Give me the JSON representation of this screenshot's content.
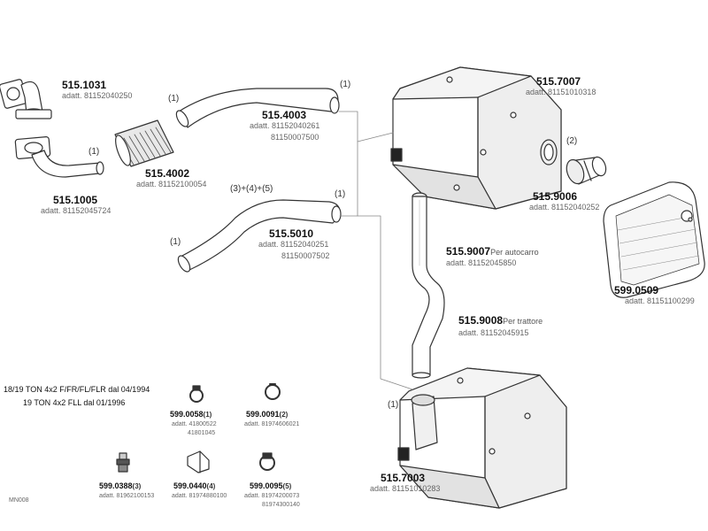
{
  "vehicle": {
    "line1": "18/19 TON 4x2 F/FR/FL/FLR dal 04/1994",
    "line2": "19 TON 4x2 FLL dal 01/1996"
  },
  "diagram_code": "MN008",
  "parts": {
    "p5151031": {
      "number": "515.1031",
      "adatt": "adatt. 81152040250"
    },
    "p5151005": {
      "number": "515.1005",
      "adatt": "adatt. 81152045724",
      "qty": "(1)"
    },
    "p5154002": {
      "number": "515.4002",
      "adatt": "adatt. 81152100054"
    },
    "p5154003": {
      "number": "515.4003",
      "adatt1": "adatt. 81152040261",
      "adatt2": "81150007500",
      "qty_left": "(1)",
      "qty_right": "(1)"
    },
    "p5155010": {
      "number": "515.5010",
      "adatt1": "adatt. 81152040251",
      "adatt2": "81150007502",
      "qty_top": "(3)+(4)+(5)",
      "qty_left": "(1)",
      "qty_right": "(1)"
    },
    "p5157007": {
      "number": "515.7007",
      "adatt": "adatt. 81151010318"
    },
    "p5159006": {
      "number": "515.9006",
      "adatt": "adatt. 81152040252",
      "qty": "(2)"
    },
    "p5990509": {
      "number": "599.0509",
      "adatt": "adatt. 81151100299"
    },
    "p5159007": {
      "number": "515.9007",
      "desc": "Per autocarro",
      "adatt": "adatt. 81152045850"
    },
    "p5159008": {
      "number": "515.9008",
      "desc": "Per trattore",
      "adatt": "adatt. 81152045915"
    },
    "p5157003": {
      "number": "515.7003",
      "adatt": "adatt. 81151010283",
      "qty": "(1)"
    }
  },
  "small_parts": [
    {
      "number": "599.0058",
      "qty": "(1)",
      "adatt": "adatt. 41800522",
      "adatt2": "41801045",
      "icon": "hose-clamp-icon"
    },
    {
      "number": "599.0091",
      "qty": "(2)",
      "adatt": "adatt. 81974606021",
      "icon": "ring-clamp-icon"
    },
    {
      "number": "599.0388",
      "qty": "(3)",
      "adatt": "adatt. 81962100153",
      "icon": "rubber-mount-icon"
    },
    {
      "number": "599.0440",
      "qty": "(4)",
      "adatt": "adatt. 81974880100",
      "icon": "bracket-icon"
    },
    {
      "number": "599.0095",
      "qty": "(5)",
      "adatt": "adatt. 81974200073",
      "adatt2": "81974300140",
      "icon": "clamp-icon"
    }
  ],
  "colors": {
    "line": "#333333",
    "part_fill": "#ffffff",
    "shade": "#d9d9d9",
    "leader": "#888888"
  }
}
